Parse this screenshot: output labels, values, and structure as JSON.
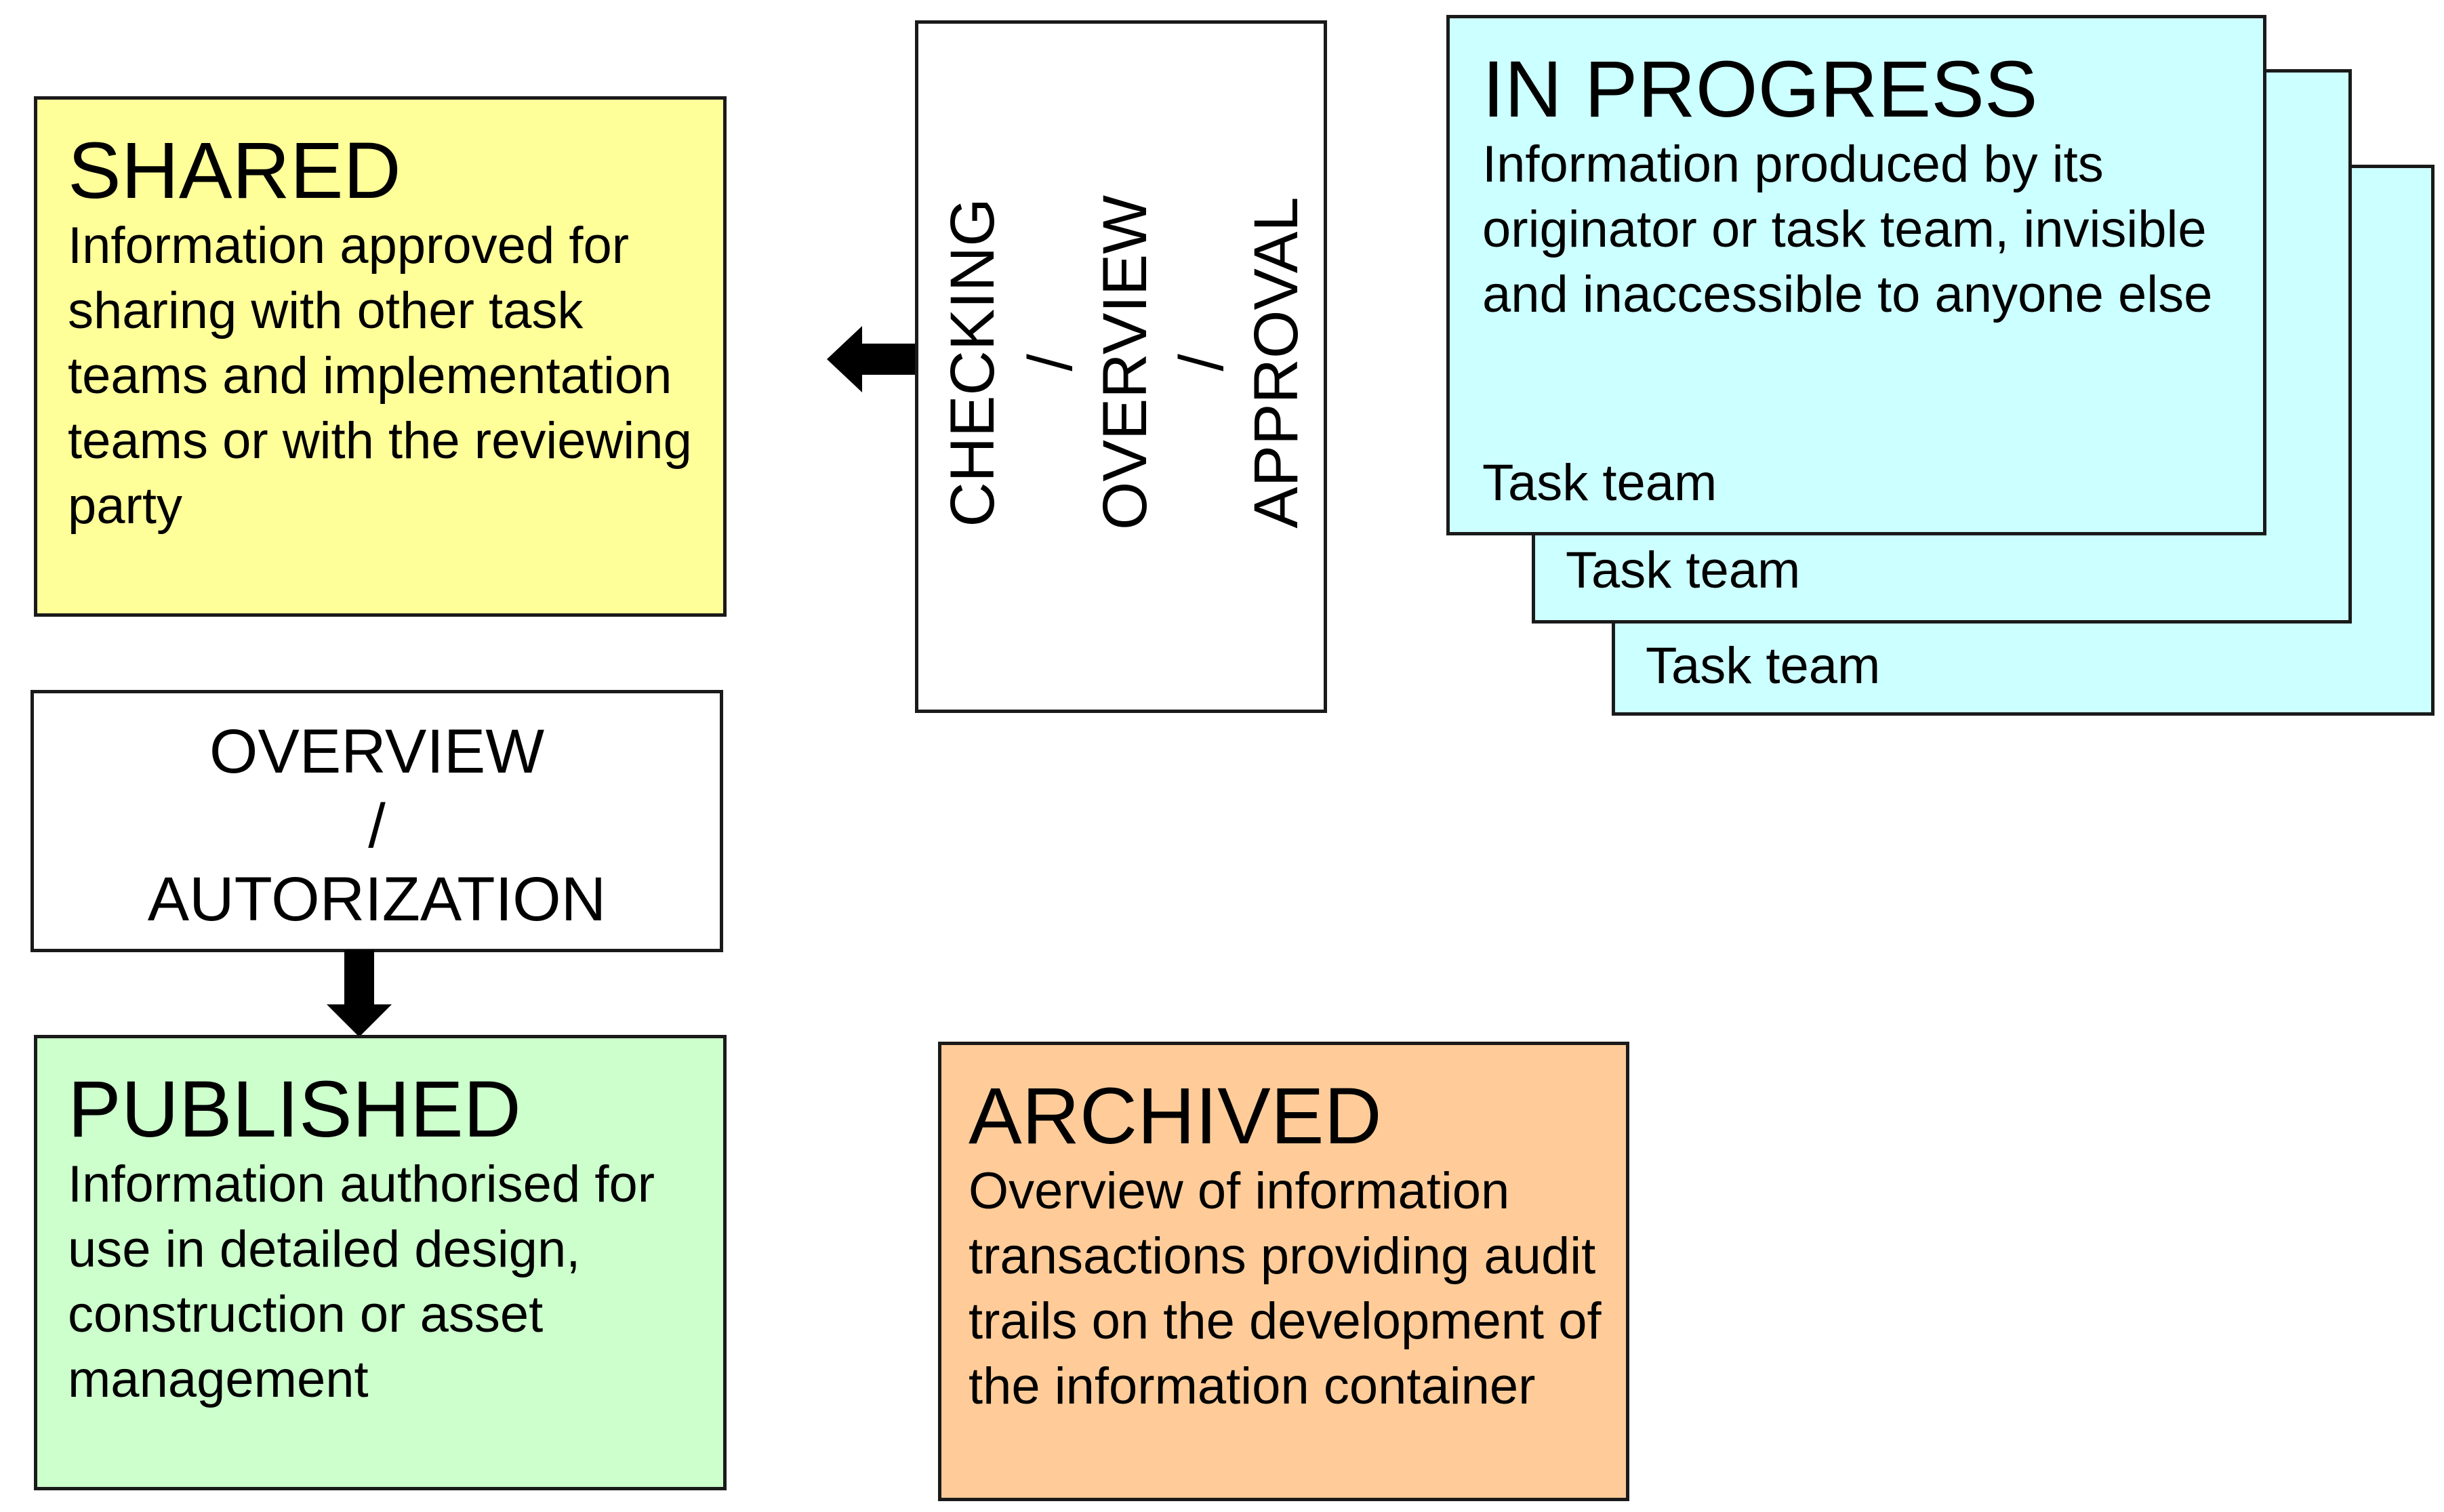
{
  "states": {
    "shared": {
      "title": "SHARED",
      "description": "Information approved for sharing with other task teams and implementation teams or with the reviewing party",
      "color": "#ffff99"
    },
    "in_progress": {
      "title": "IN PROGRESS",
      "description": "Information produced by its originator or task team, invisible and inaccessible to anyone else",
      "color": "#ccffff",
      "teams": [
        "Task team",
        "Task team",
        "Task team"
      ]
    },
    "published": {
      "title": "PUBLISHED",
      "description": "Information authorised for use in detailed design, construction or asset management",
      "color": "#ccffcc"
    },
    "archived": {
      "title": "ARCHIVED",
      "description": "Overview of information transactions providing audit trails on the development of the information container",
      "color": "#ffcc99"
    }
  },
  "transitions": {
    "checking": {
      "labels": [
        "CHECKING",
        "/",
        "OVERVIEW",
        "/",
        "APPROVAL"
      ]
    },
    "authorization": {
      "labels": [
        "OVERVIEW",
        "/",
        "AUTORIZATION"
      ]
    }
  }
}
